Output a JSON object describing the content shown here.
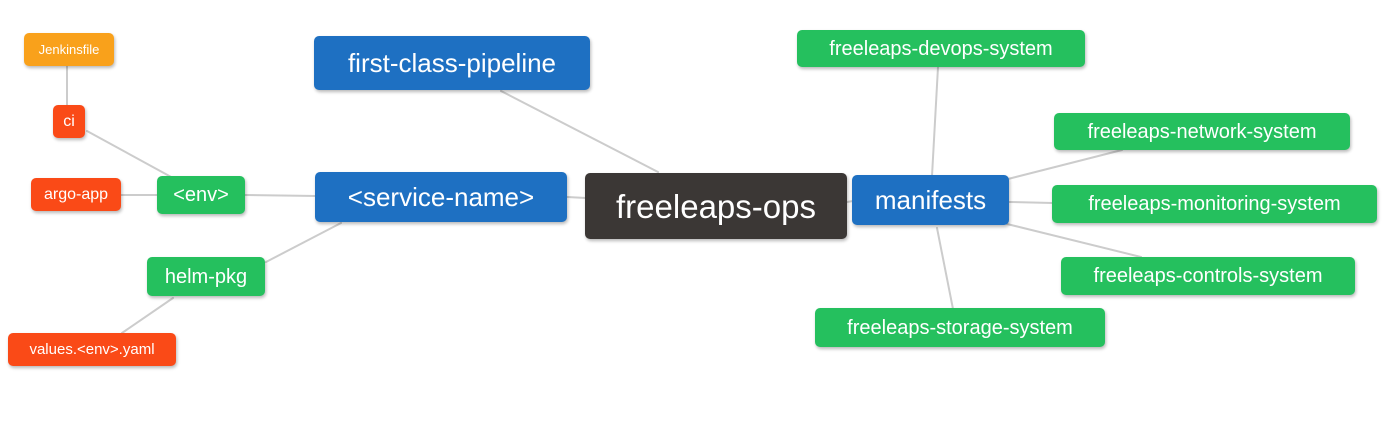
{
  "theme": {
    "blue": "#1e70c2",
    "green": "#25c05e",
    "red": "#fa4a17",
    "orange": "#f9a11b",
    "dark": "#3b3735",
    "edge": "#cccccc",
    "text": "#ffffff",
    "background": "#ffffff"
  },
  "nodes": {
    "root": {
      "label": "freeleaps-ops",
      "color": "#3b3735"
    },
    "first_class_pipeline": {
      "label": "first-class-pipeline",
      "color": "#1e70c2"
    },
    "service_name": {
      "label": "<service-name>",
      "color": "#1e70c2"
    },
    "manifests": {
      "label": "manifests",
      "color": "#1e70c2"
    },
    "env": {
      "label": "<env>",
      "color": "#25c05e"
    },
    "helm_pkg": {
      "label": "helm-pkg",
      "color": "#25c05e"
    },
    "ci": {
      "label": "ci",
      "color": "#fa4a17"
    },
    "argo_app": {
      "label": "argo-app",
      "color": "#fa4a17"
    },
    "values_env_yaml": {
      "label": "values.<env>.yaml",
      "color": "#fa4a17"
    },
    "jenkinsfile": {
      "label": "Jenkinsfile",
      "color": "#f9a11b"
    },
    "devops_system": {
      "label": "freeleaps-devops-system",
      "color": "#25c05e"
    },
    "network_system": {
      "label": "freeleaps-network-system",
      "color": "#25c05e"
    },
    "monitoring_system": {
      "label": "freeleaps-monitoring-system",
      "color": "#25c05e"
    },
    "controls_system": {
      "label": "freeleaps-controls-system",
      "color": "#25c05e"
    },
    "storage_system": {
      "label": "freeleaps-storage-system",
      "color": "#25c05e"
    }
  },
  "edges": [
    [
      "jenkinsfile",
      "ci"
    ],
    [
      "ci",
      "env"
    ],
    [
      "argo_app",
      "env"
    ],
    [
      "env",
      "service_name"
    ],
    [
      "helm_pkg",
      "service_name"
    ],
    [
      "values_env_yaml",
      "helm_pkg"
    ],
    [
      "first_class_pipeline",
      "root"
    ],
    [
      "service_name",
      "root"
    ],
    [
      "root",
      "manifests"
    ],
    [
      "manifests",
      "devops_system"
    ],
    [
      "manifests",
      "network_system"
    ],
    [
      "manifests",
      "monitoring_system"
    ],
    [
      "manifests",
      "controls_system"
    ],
    [
      "manifests",
      "storage_system"
    ]
  ]
}
